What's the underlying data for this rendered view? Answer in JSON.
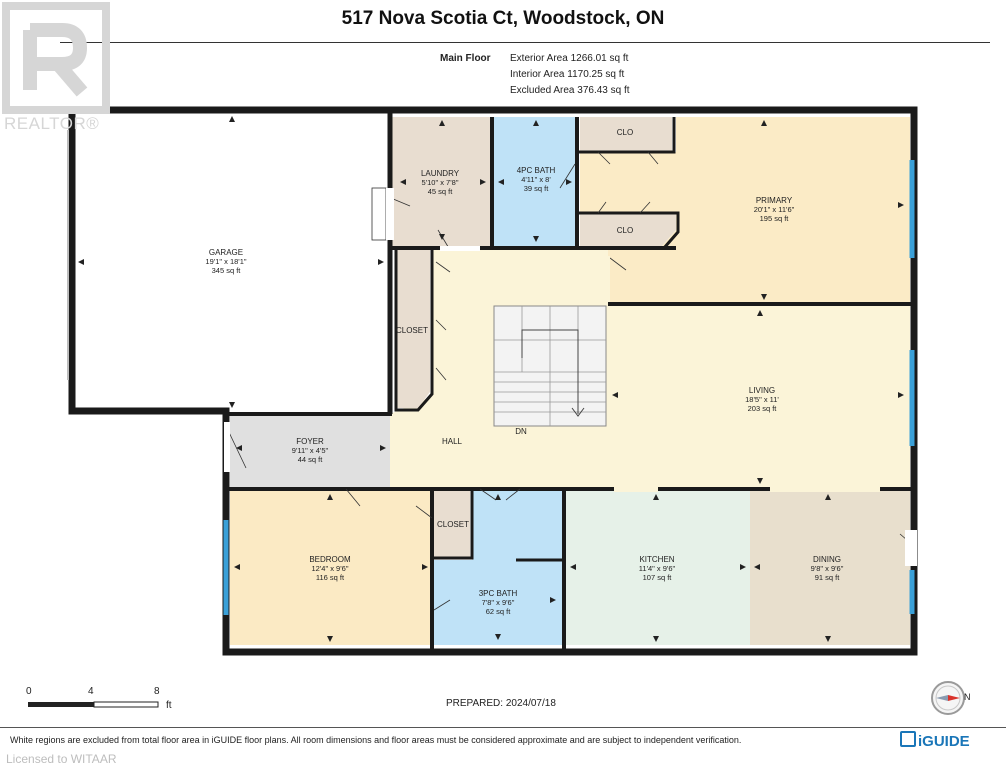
{
  "header": {
    "title": "517 Nova Scotia Ct, Woodstock, ON",
    "floor_label": "Main Floor",
    "exterior_area": "Exterior Area 1266.01 sq ft",
    "interior_area": "Interior Area 1170.25 sq ft",
    "excluded_area": "Excluded Area 376.43 sq ft"
  },
  "watermark": {
    "realtor": "REALTOR®",
    "licensed": "Licensed to WITAAR"
  },
  "rooms": {
    "garage": {
      "name": "GARAGE",
      "dims": "19'1\" x 18'1\"",
      "area": "345 sq ft"
    },
    "laundry": {
      "name": "LAUNDRY",
      "dims": "5'10\" x 7'8\"",
      "area": "45 sq ft"
    },
    "bath4": {
      "name": "4PC BATH",
      "dims": "4'11\" x 8'",
      "area": "39 sq ft"
    },
    "clo_top": {
      "name": "CLO"
    },
    "clo_bottom": {
      "name": "CLO"
    },
    "primary": {
      "name": "PRIMARY",
      "dims": "20'1\" x 11'6\"",
      "area": "195 sq ft"
    },
    "closet_left": {
      "name": "CLOSET"
    },
    "living": {
      "name": "LIVING",
      "dims": "18'5\" x 11'",
      "area": "203 sq ft"
    },
    "foyer": {
      "name": "FOYER",
      "dims": "9'11\" x 4'5\"",
      "area": "44 sq ft"
    },
    "hall": {
      "name": "HALL"
    },
    "dn": {
      "name": "DN"
    },
    "closet_mid": {
      "name": "CLOSET"
    },
    "bedroom": {
      "name": "BEDROOM",
      "dims": "12'4\" x 9'6\"",
      "area": "116 sq ft"
    },
    "bath3": {
      "name": "3PC BATH",
      "dims": "7'8\" x 9'6\"",
      "area": "62 sq ft"
    },
    "kitchen": {
      "name": "KITCHEN",
      "dims": "11'4\" x 9'6\"",
      "area": "107 sq ft"
    },
    "dining": {
      "name": "DINING",
      "dims": "9'8\" x 9'6\"",
      "area": "91 sq ft"
    }
  },
  "colors": {
    "garage": "#ffffff",
    "laundry": "#e8ddd0",
    "bath": "#bfe2f7",
    "primary": "#fbebc6",
    "living": "#fbf4d8",
    "foyer": "#e0e0e0",
    "bedroom": "#fbeac4",
    "kitchen": "#e6f1e8",
    "dining": "#e8dfcd",
    "closet": "#e8ddd0",
    "wall": "#1a1a1a",
    "window": "#3aa0d8"
  },
  "scale": {
    "ticks": [
      "0",
      "4",
      "8"
    ],
    "unit": "ft"
  },
  "prepared": "PREPARED: 2024/07/18",
  "compass": {
    "direction": "N"
  },
  "footer": {
    "disclaimer": "White regions are excluded from total floor area in iGUIDE floor plans. All room dimensions and floor areas must be considered approximate and are subject to independent verification.",
    "brand": "iGUIDE"
  }
}
